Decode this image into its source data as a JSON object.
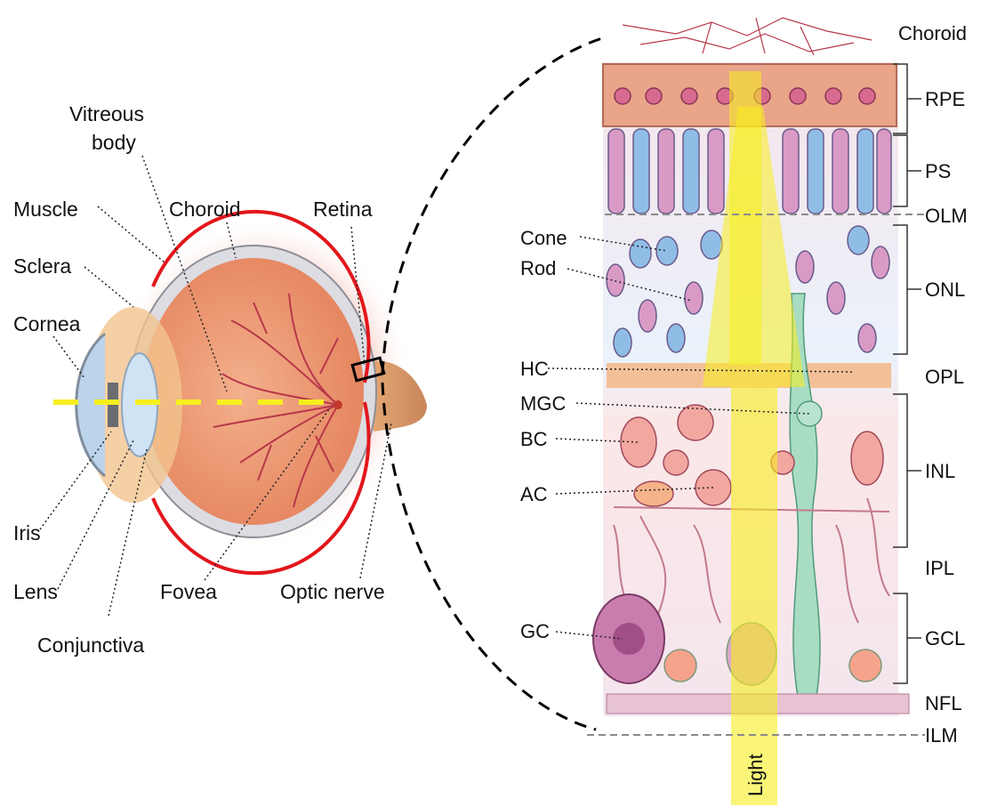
{
  "eye_labels": {
    "vitreous_line1": "Vitreous",
    "vitreous_line2": "body",
    "muscle": "Muscle",
    "choroid": "Choroid",
    "retina": "Retina",
    "sclera": "Sclera",
    "cornea": "Cornea",
    "iris": "Iris",
    "lens": "Lens",
    "conjunctiva": "Conjunctiva",
    "fovea": "Fovea",
    "optic_nerve": "Optic nerve"
  },
  "retina_cells": {
    "cone": "Cone",
    "rod": "Rod",
    "hc": "HC",
    "mgc": "MGC",
    "bc": "BC",
    "ac": "AC",
    "gc": "GC"
  },
  "retina_layers": {
    "choroid": "Choroid",
    "rpe": "RPE",
    "ps": "PS",
    "olm": "OLM",
    "onl": "ONL",
    "opl": "OPL",
    "inl": "INL",
    "ipl": "IPL",
    "gcl": "GCL",
    "nfl": "NFL",
    "ilm": "ILM"
  },
  "light_label": "Light",
  "colors": {
    "sclera": "#e6e6ea",
    "choroid_line": "#e3161b",
    "eye_interior": "#ee9a72",
    "blood_vessel": "#b8384a",
    "light_beam": "#f7ef1e",
    "cone_cell": "#8fbde6",
    "rod_cell": "#d99ac6",
    "rpe": "#e9a489",
    "muller_glia": "#a8dcc3",
    "ganglion_cell": "#c97cae"
  }
}
